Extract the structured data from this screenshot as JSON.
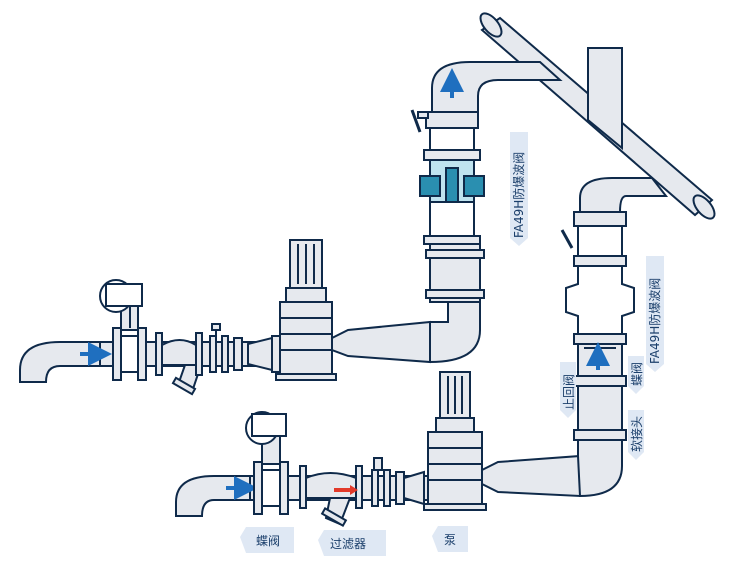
{
  "labels": {
    "valve_top": "FA49H防爆波阀",
    "valve_right": "FA49H防爆波阀",
    "check_valve": "止回阀",
    "butterfly_valve_right": "蝶阀",
    "soft_joint": "软接头",
    "butterfly_valve_bottom": "蝶阀",
    "filter": "过滤器",
    "pump": "泵"
  },
  "colors": {
    "pipe_fill": "#e6e9ee",
    "outline": "#0f2a4a",
    "accent_teal": "#2a8fb0",
    "flow_arrow": "#1f6fbf",
    "flow_arrow_red": "#e23a2a",
    "tag_bg": "#dfe8f4",
    "label_text": "#1b3f6b"
  }
}
